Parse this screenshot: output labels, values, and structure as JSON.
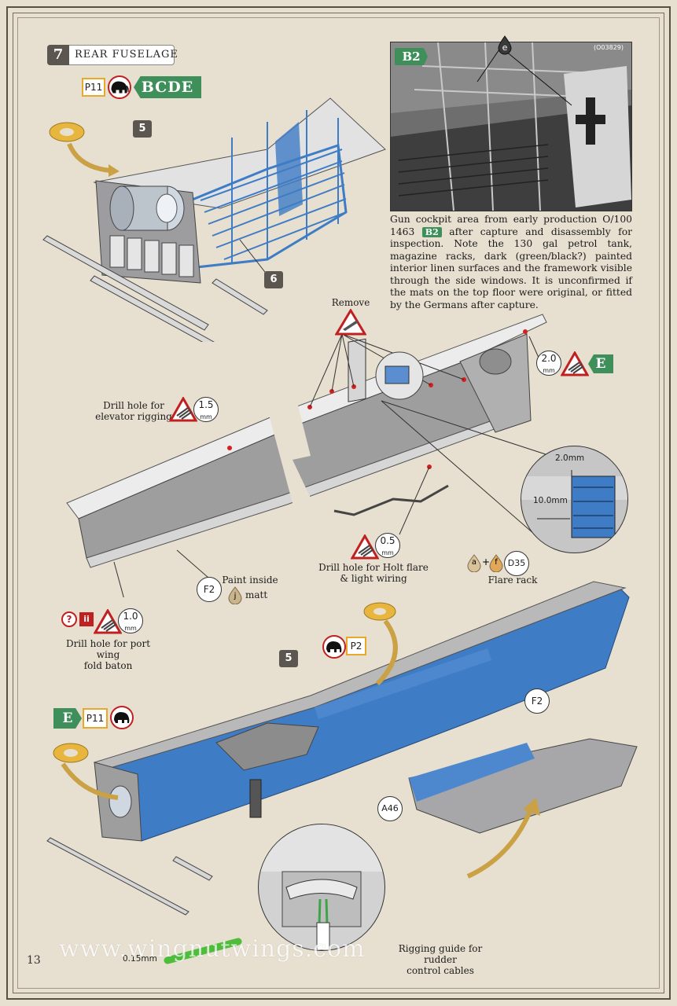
{
  "step": {
    "number": "7",
    "title": "REAR FUSELAGE"
  },
  "header_refs": {
    "part_ref": "P11",
    "versions": "BCDE"
  },
  "photo": {
    "tag": "B2",
    "callout": "e",
    "photo_id": "(O03829)"
  },
  "caption": {
    "tag": "B2",
    "before": "Gun cockpit area from early production O/100 1463",
    "after": "after capture and disassembly for inspection. Note the 130 gal petrol tank, magazine racks, dark (green/black?) painted interior linen surfaces and the framework visible through the side windows. It is unconfirmed if the mats on the top floor were original, or fitted by the Germans after capture."
  },
  "parts": {
    "p5_top": "5",
    "p6": "6",
    "p5_bottom": "5",
    "f2_mid": "F2",
    "f2_bottom": "F2",
    "a46": "A46"
  },
  "callouts": {
    "remove": "Remove",
    "drill_20_value": "2.0",
    "drill_20_unit": "mm",
    "drill_20_version": "E",
    "elevator_text_1": "Drill hole for",
    "elevator_text_2": "elevator rigging",
    "drill_15_value": "1.5",
    "drill_15_unit": "mm",
    "holt_value": "0.5",
    "holt_unit": "mm",
    "holt_text_1": "Drill hole for Holt flare",
    "holt_text_2": "& light wiring",
    "paint_text_1": "Paint inside",
    "paint_color": "j",
    "paint_text_2": "matt",
    "dim_20": "2.0mm",
    "dim_100": "10.0mm",
    "flare_color_a": "a",
    "flare_plus": "+",
    "flare_color_f": "f",
    "flare_part": "D35",
    "flare_text": "Flare rack",
    "q_mark": "?",
    "ii_mark": "ii",
    "drill_10_value": "1.0",
    "drill_10_unit": "mm",
    "port_text_1": "Drill hole for port wing",
    "port_text_2": "fold baton",
    "p2_ref": "P2",
    "bottom_version": "E",
    "bottom_part_ref": "P11",
    "wire_dim": "0.15mm",
    "rigging_text_1": "Rigging guide for rudder",
    "rigging_text_2": "control cables"
  },
  "footer": {
    "watermark": "www.wingnutwings.com",
    "page": "13"
  },
  "colors": {
    "blue": "#3e7cc6",
    "grey": "#a7a7a9",
    "green": "#3f8f5b",
    "ring": "#e8b63e",
    "frame": "#5b4e44"
  }
}
